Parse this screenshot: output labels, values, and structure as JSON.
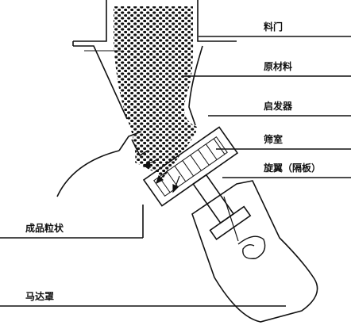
{
  "labels": {
    "hopper_gate": "料门",
    "raw_material": "原材料",
    "starter": "启发器",
    "sieve_chamber": "筛室",
    "rotor_vanes": "旋翼（隔板）",
    "granule_product": "成品粒状",
    "motor_cover": "马达罩"
  },
  "colors": {
    "ink": "#111111",
    "background": "#ffffff"
  }
}
